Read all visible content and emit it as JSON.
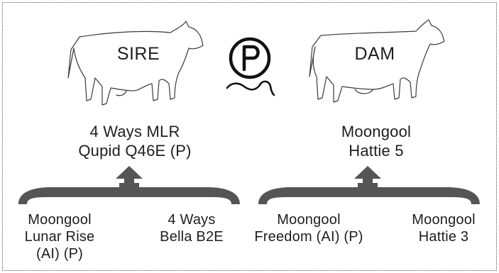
{
  "sire": {
    "tag": "SIRE",
    "name_line1": "4 Ways MLR",
    "name_line2": "Qupid Q46E (P)",
    "parents": [
      {
        "line1": "Moongool",
        "line2": "Lunar Rise",
        "line3": "(AI) (P)"
      },
      {
        "line1": "4 Ways",
        "line2": "Bella B2E"
      }
    ]
  },
  "dam": {
    "tag": "DAM",
    "name_line1": "Moongool",
    "name_line2": "Hattie 5",
    "parents": [
      {
        "line1": "Moongool",
        "line2": "Freedom (AI) (P)"
      },
      {
        "line1": "Moongool",
        "line2": "Hattie 3"
      }
    ]
  },
  "poll_symbol": {
    "letter": "P",
    "icon": "polled-symbol-icon"
  },
  "colors": {
    "line": "#3a3a3a",
    "bracket": "#555555",
    "frame": "#555555"
  }
}
